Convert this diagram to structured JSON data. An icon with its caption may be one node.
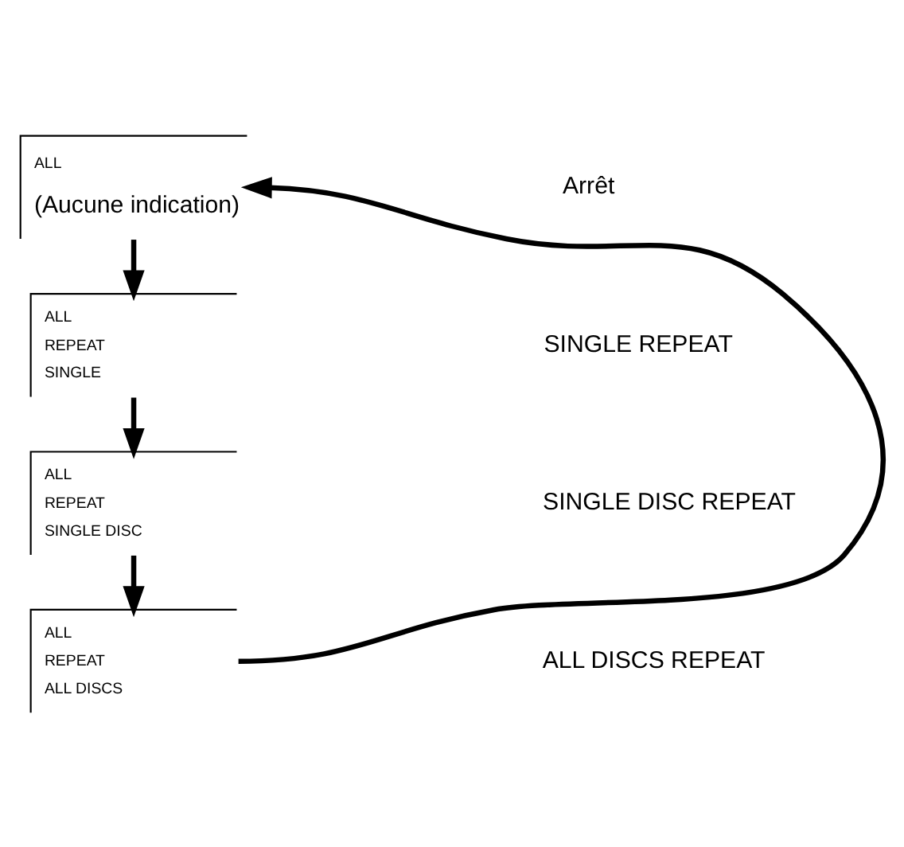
{
  "diagram": {
    "nodes": [
      {
        "text": [
          "ALL",
          "(Aucune indication)"
        ]
      },
      {
        "text": [
          "ALL",
          "REPEAT",
          "SINGLE"
        ]
      },
      {
        "text": [
          "ALL",
          "REPEAT",
          "SINGLE DISC"
        ]
      },
      {
        "text": [
          "ALL",
          "REPEAT",
          "ALL DISCS"
        ]
      }
    ],
    "edges": [
      {
        "from": 0,
        "to": 1,
        "arrow": "to"
      },
      {
        "from": 1,
        "to": 2,
        "arrow": "to"
      },
      {
        "from": 2,
        "to": 3,
        "arrow": "to"
      },
      {
        "from": 3,
        "to": 0,
        "arrow": "to"
      }
    ],
    "labels": [
      "Arrêt",
      "SINGLE REPEAT",
      "SINGLE DISC REPEAT",
      "ALL DISCS REPEAT"
    ]
  }
}
